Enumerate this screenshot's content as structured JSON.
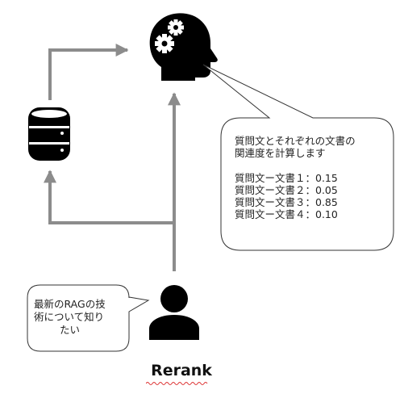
{
  "title": "Rerank",
  "rerank_bubble": {
    "intro_line1": "質問文とそれぞれの文書の",
    "intro_line2": "関連度を計算します",
    "scores": [
      "質問文ー文書１：0.15",
      "質問文ー文書２：0.05",
      "質問文ー文書３：0.85",
      "質問文ー文書４：0.10"
    ]
  },
  "user_bubble": {
    "line1": "最新のRAGの技",
    "line2": "術について知り",
    "line3": "たい"
  },
  "icons": {
    "model": "head-with-gears-icon",
    "database": "database-icon",
    "user": "person-icon"
  },
  "colors": {
    "arrow": "#8c8c8c",
    "icon": "#000000",
    "bubble_border": "#333333"
  }
}
